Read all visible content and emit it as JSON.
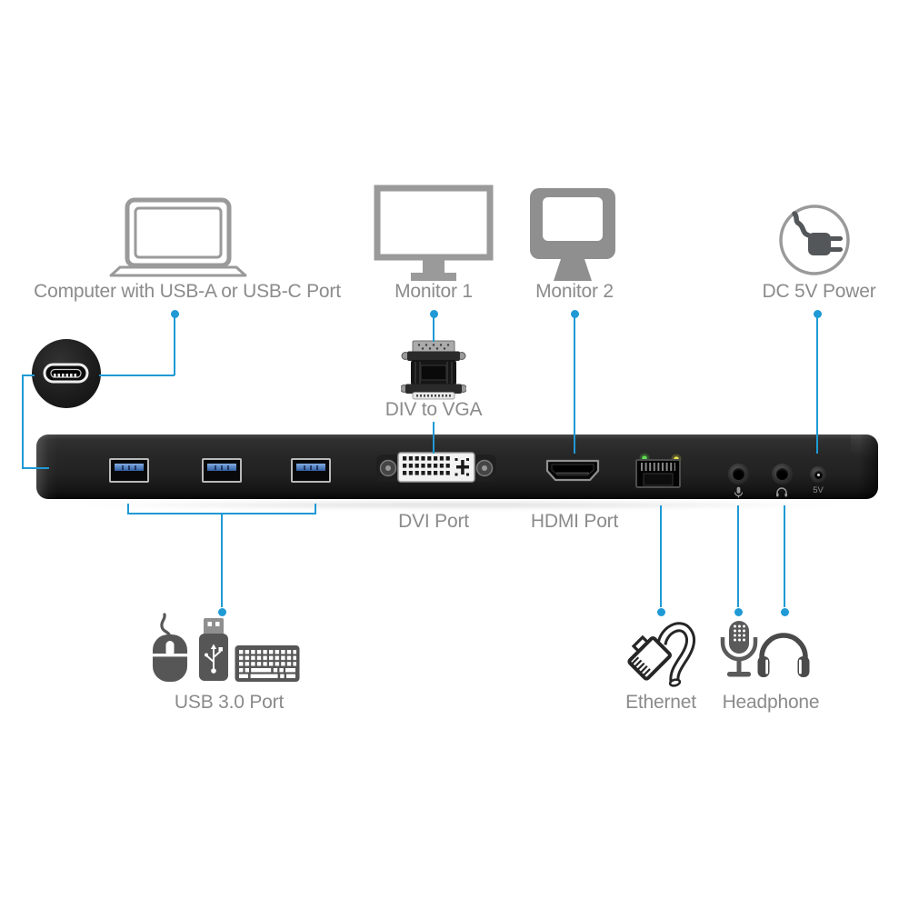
{
  "colors": {
    "accent_blue": "#1f9ad5",
    "label_gray": "#8b8b8b",
    "outline_icon_gray": "#9a9a9a",
    "solid_icon_gray": "#565656",
    "dock_black": "#222222",
    "usb_port_blue": "#5b88c6",
    "ethernet_led_green": "#5ede52",
    "ethernet_led_yellow": "#e6e24e"
  },
  "labels": {
    "computer": "Computer with USB-A or USB-C Port",
    "monitor1": "Monitor 1",
    "monitor2": "Monitor 2",
    "power": "DC 5V Power",
    "adapter": "DIV to VGA",
    "dvi_port": "DVI Port",
    "hdmi_port": "HDMI Port",
    "usb3_port": "USB 3.0 Port",
    "ethernet": "Ethernet",
    "headphone": "Headphone"
  },
  "dock": {
    "dc_marking": "5V"
  },
  "icons": {
    "laptop-icon": "outlined laptop",
    "monitor-1-icon": "outlined desktop monitor",
    "monitor-2-icon": "filled desktop monitor",
    "power-plug-icon": "power plug with cord in circle",
    "usb-c-connector-icon": "USB-C port close-up in black circle",
    "dvi-to-vga-adapter-icon": "DVI to VGA adapter",
    "usb-a-port": "USB 3.0 type-A socket",
    "dvi-port": "DVI socket",
    "hdmi-port": "HDMI socket",
    "ethernet-port": "RJ45 socket with LEDs",
    "mic-jack-icon": "3.5mm mic jack",
    "headphone-jack-icon": "3.5mm headphone jack",
    "dc-jack": "DC 5V barrel jack",
    "mouse-icon": "computer mouse",
    "usb-flash-drive-icon": "USB flash drive",
    "keyboard-icon": "keyboard",
    "ethernet-cable-icon": "ethernet cable with RJ45 plug",
    "microphone-icon": "studio microphone",
    "headphones-icon": "headphones"
  }
}
